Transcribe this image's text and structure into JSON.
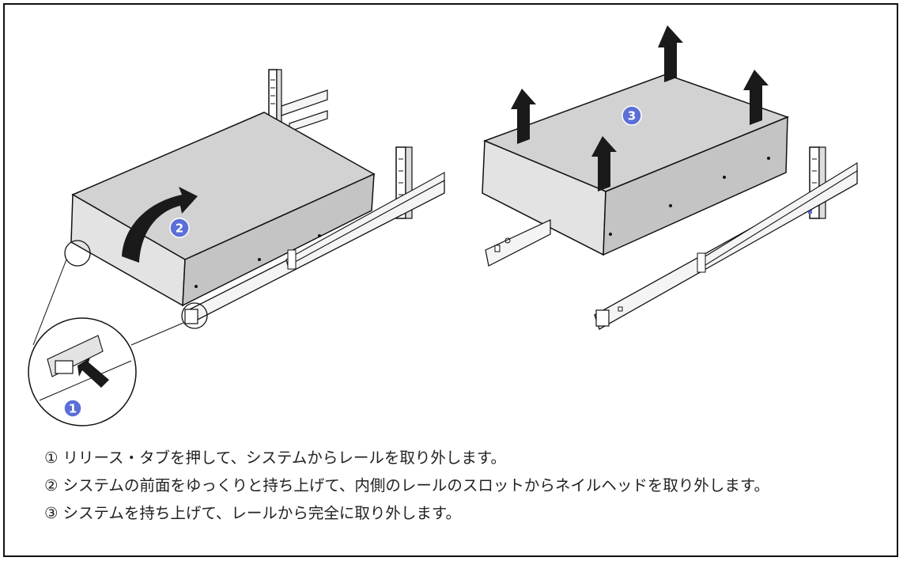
{
  "colors": {
    "server_face": "#e3e3e3",
    "server_side": "#c4c4c4",
    "server_top": "#d2d2d2",
    "rail": "#f4f4f4",
    "arrow": "#1a1a1a",
    "badge": "#5b6fd6",
    "outline": "#111111"
  },
  "illustration": {
    "left_panel": {
      "callout_number": "1",
      "rotate_step_number": "2"
    },
    "right_panel": {
      "lift_step_number": "3"
    }
  },
  "steps": [
    {
      "num": "①",
      "text": "リリース・タブを押して、システムからレールを取り外します。"
    },
    {
      "num": "②",
      "text": "システムの前面をゆっくりと持ち上げて、内側のレールのスロットからネイルヘッドを取り外します。"
    },
    {
      "num": "③",
      "text": "システムを持ち上げて、レールから完全に取り外します。"
    }
  ]
}
